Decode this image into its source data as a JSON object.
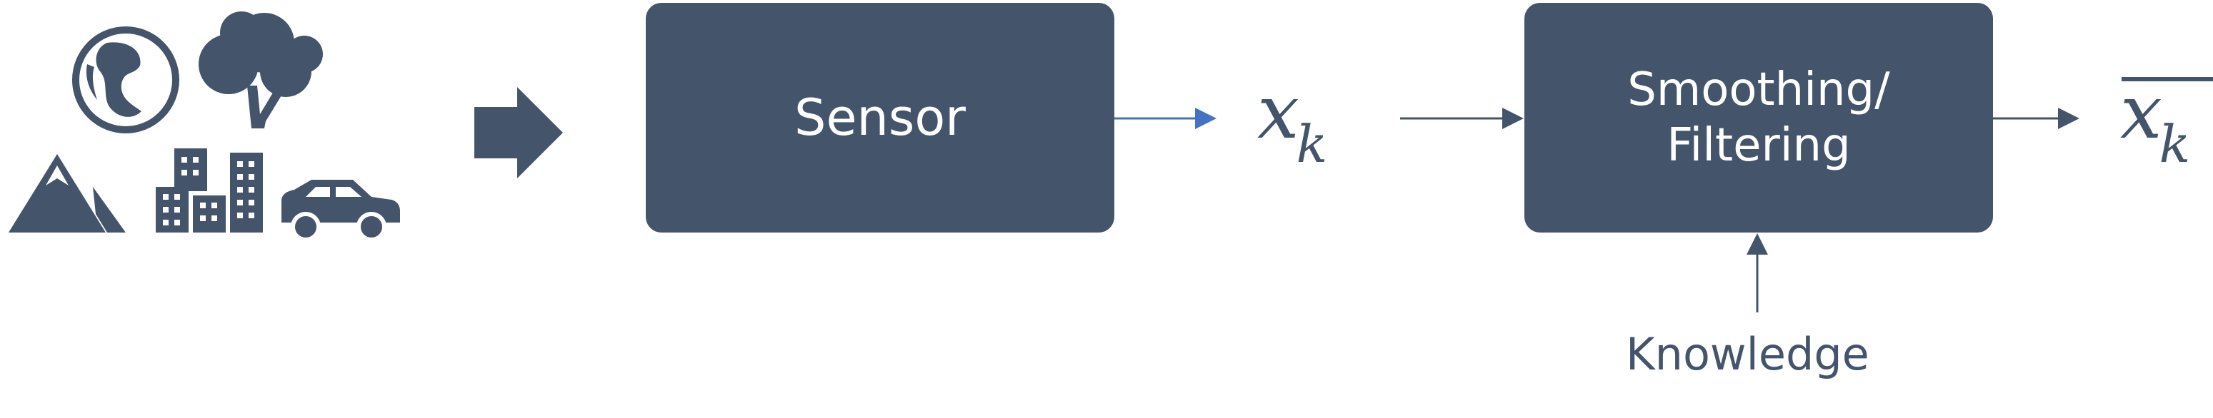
{
  "diagram": {
    "sensor_label": "Sensor",
    "filter_label_line1": "Smoothing/",
    "filter_label_line2": "Filtering",
    "measurement_symbol": "x",
    "measurement_subscript": "k",
    "estimate_symbol": "x",
    "estimate_subscript": "k",
    "knowledge_label": "Knowledge"
  },
  "icons": {
    "environment": [
      "globe-icon",
      "tree-icon",
      "mountain-icon",
      "buildings-icon",
      "car-icon"
    ],
    "input_arrow": "block-arrow-icon"
  },
  "colors": {
    "box_fill": "#44546a",
    "text_on_box": "#ffffff",
    "arrow_gray": "#44546a",
    "arrow_blue": "#4472c4"
  }
}
